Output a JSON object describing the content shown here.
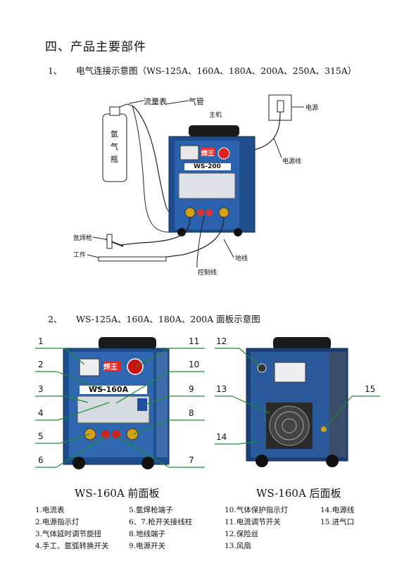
{
  "section_title": "四、产品主要部件",
  "sub1": {
    "num": "1、",
    "text": "电气连接示意图（WS-125A、160A、180A、200A、250A、315A）"
  },
  "diagram1": {
    "flowmeter": "流量表",
    "gas_pipe": "气管",
    "main_unit": "主机",
    "power": "电源",
    "power_cable": "电源线",
    "cylinder": [
      "氩",
      "气",
      "瓶"
    ],
    "torch": "氩焊枪",
    "workpiece": "工件",
    "ground": "地线",
    "control": "控制线",
    "brand": "焊王",
    "model": "WS-200"
  },
  "sub2": {
    "num": "2、",
    "text": "WS-125A、160A、180A、200A 面板示意图"
  },
  "front": {
    "brand": "焊王",
    "model": "WS-160A",
    "callouts": [
      "1",
      "2",
      "3",
      "4",
      "5",
      "6",
      "11",
      "10",
      "9",
      "8",
      "7"
    ],
    "caption": "WS-160A 前面板"
  },
  "rear": {
    "callouts": [
      "12",
      "13",
      "14",
      "15"
    ],
    "caption": "WS-160A 后面板"
  },
  "legend": {
    "col1": [
      "1.电流表",
      "2.电源指示灯",
      "3.气体延时调节旋扭",
      "4.手工、氩弧转换开关"
    ],
    "col2": [
      "5.氩焊枪端子",
      "6、7.枪开关接线柱",
      "8.地线端子",
      "9.电源开关"
    ],
    "col3": [
      "10.气体保护指示灯",
      "11.电流调节开关",
      "12.保险丝",
      "13.风扇"
    ],
    "col4": [
      "14.电源线",
      "15.进气口"
    ]
  }
}
